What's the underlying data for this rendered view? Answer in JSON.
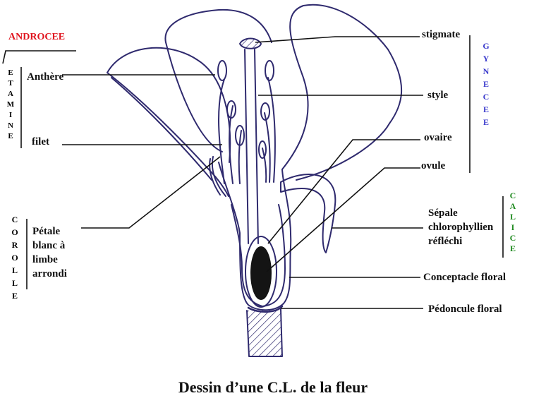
{
  "groups": {
    "androcee": "ANDROCEE",
    "etamine": [
      "E",
      "T",
      "A",
      "M",
      "I",
      "N",
      "E"
    ],
    "corolle": [
      "C",
      "O",
      "R",
      "O",
      "L",
      "L",
      "E"
    ],
    "gynecee": [
      "G",
      "Y",
      "N",
      "E",
      "C",
      "E",
      "E"
    ],
    "calice": [
      "C",
      "A",
      "L",
      "I",
      "C",
      "E"
    ]
  },
  "labels": {
    "anthere": "Anthère",
    "filet": "filet",
    "petale": [
      "Pétale",
      "blanc à",
      "limbe",
      "arrondi"
    ],
    "stigmate": "stigmate",
    "style": "style",
    "ovaire": "ovaire",
    "ovule": "ovule",
    "sepale": [
      "Sépale",
      "chlorophyllien",
      "réfléchi"
    ],
    "conceptacle": "Conceptacle floral",
    "pedoncule": "Pédoncule floral"
  },
  "title": "Dessin d’une C.L. de la fleur",
  "colors": {
    "drawing": "#2f2a6e",
    "androcee": "#e0141e",
    "gynecee": "#3a3acc",
    "calice": "#1f8a1f",
    "text": "#111111"
  }
}
